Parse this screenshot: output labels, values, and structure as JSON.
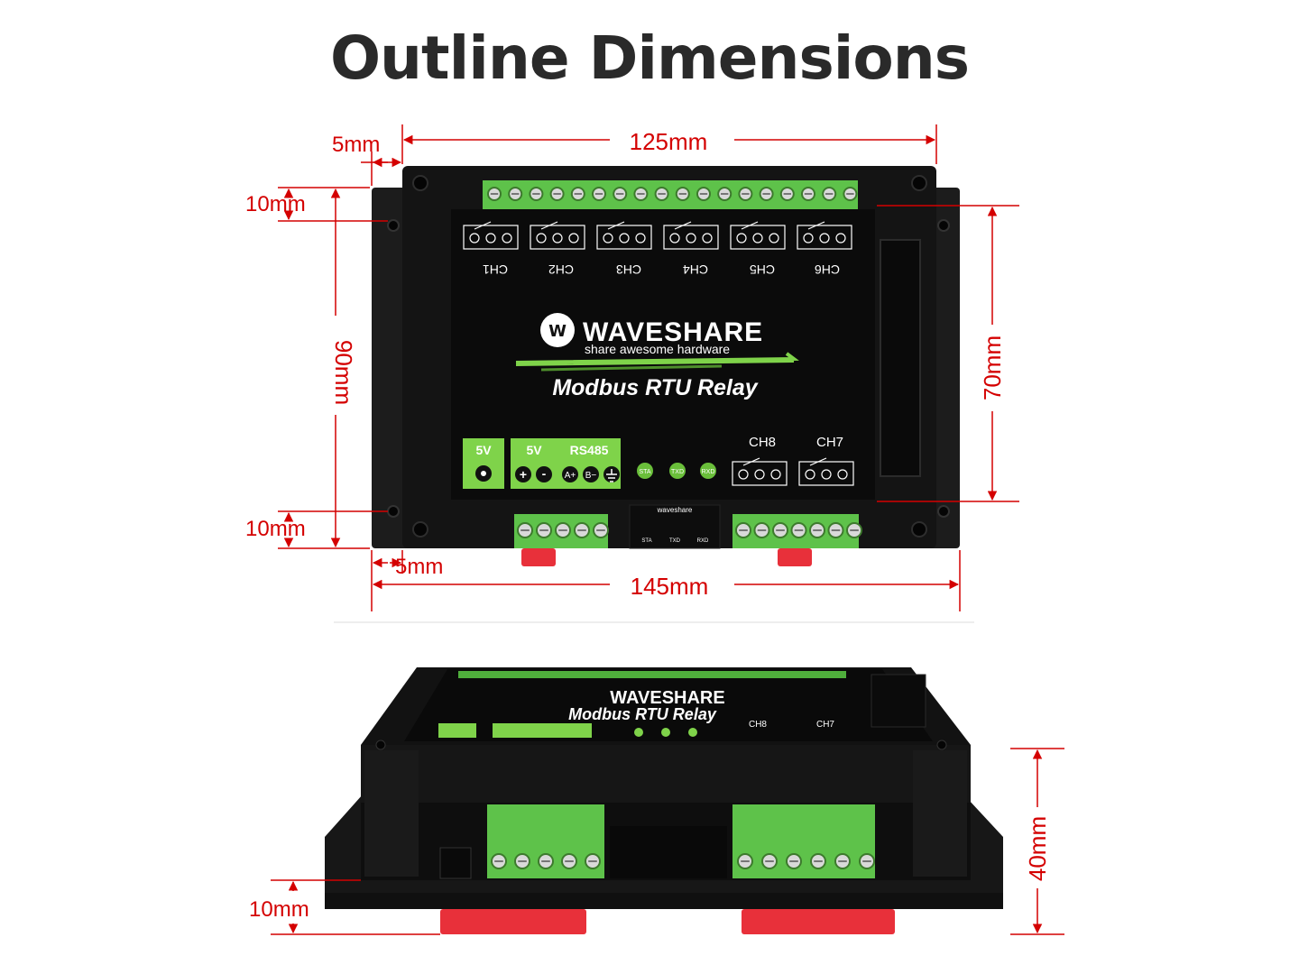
{
  "title": "Outline Dimensions",
  "colors": {
    "dimension": "#d40000",
    "enclosure": "#141414",
    "pcb": "#0b0b0b",
    "terminal": "#5ec24a",
    "din_clip": "#e8303a",
    "brand_green": "#7fd34a"
  },
  "dimensions": {
    "top_width": "125mm",
    "bottom_width": "145mm",
    "left_offset_top": "5mm",
    "left_offset_bottom": "5mm",
    "flange_top": "10mm",
    "flange_bottom": "10mm",
    "height_outer": "90mm",
    "height_inner": "70mm",
    "depth": "40mm",
    "base_height": "10mm"
  },
  "board": {
    "brand": "WAVESHARE",
    "tagline": "share awesome hardware",
    "model": "Modbus RTU Relay",
    "channels_top": [
      "CH1",
      "CH2",
      "CH3",
      "CH4",
      "CH5",
      "CH6"
    ],
    "channels_bottom": [
      "CH8",
      "CH7"
    ],
    "power_label": "5V",
    "power2_label": "5V",
    "rs485_label": "RS485",
    "rs485_pins": [
      "A+",
      "B−"
    ],
    "leds": [
      "STA",
      "TXD",
      "RXD"
    ],
    "usb_brand": "waveshare",
    "usb_leds": [
      "STA",
      "TXD",
      "RXD"
    ]
  }
}
